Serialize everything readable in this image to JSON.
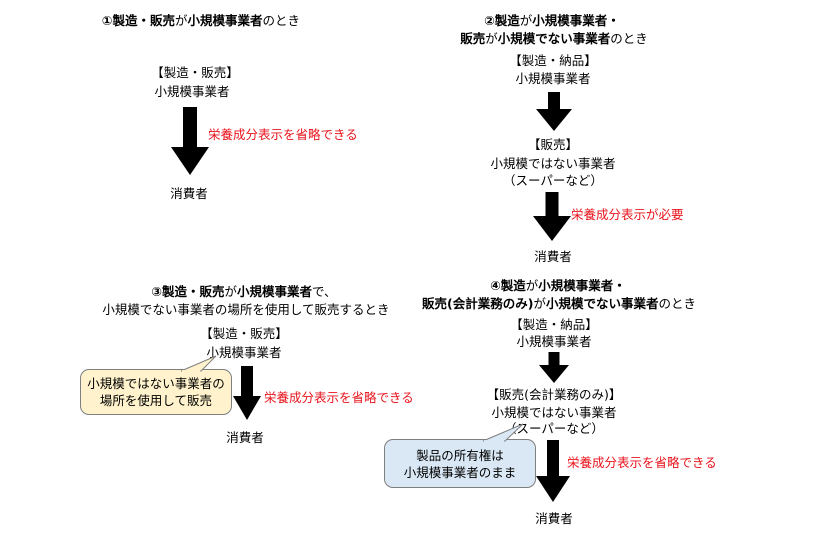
{
  "case1": {
    "title": [
      "①製造・販売",
      "が",
      "小規模事業者",
      "のとき"
    ],
    "role": "【製造・販売】",
    "actor": "小規模事業者",
    "note": "栄養成分表示を省略できる",
    "consumer": "消費者"
  },
  "case2": {
    "title_line1": [
      "②製造",
      "が",
      "小規模事業者・"
    ],
    "title_line2": [
      "販売",
      "が",
      "小規模でない事業者",
      "のとき"
    ],
    "role1": "【製造・納品】",
    "actor1": "小規模事業者",
    "role2": "【販売】",
    "actor2_line1": "小規模ではない事業者",
    "actor2_line2": "（スーパーなど）",
    "note": "栄養成分表示が必要",
    "consumer": "消費者"
  },
  "case3": {
    "title_line1": [
      "③製造・販売",
      "が",
      "小規模事業者",
      "で、"
    ],
    "title_line2": "小規模でない事業者の場所を使用して販売するとき",
    "role": "【製造・販売】",
    "actor": "小規模事業者",
    "callout_line1": "小規模ではない事業者の",
    "callout_line2": "場所を使用して販売",
    "note": "栄養成分表示を省略できる",
    "consumer": "消費者"
  },
  "case4": {
    "title_line1": [
      "④製造",
      "が",
      "小規模事業者・"
    ],
    "title_line2": [
      "販売(会計業務のみ)",
      "が",
      "小規模でない事業者",
      "のとき"
    ],
    "role1": "【製造・納品】",
    "actor1": "小規模事業者",
    "role2": "【販売(会計業務のみ)】",
    "actor2_line1": "小規模ではない事業者",
    "actor2_line2": "（スーパーなど）",
    "callout_line1": "製品の所有権は",
    "callout_line2": "小規模事業者のまま",
    "note": "栄養成分表示を省略できる",
    "consumer": "消費者"
  },
  "colors": {
    "note_red": "#e8141c",
    "callout_yellow_fill": "#fff2cc",
    "callout_blue_fill": "#dae8f5",
    "arrow": "#000000"
  }
}
